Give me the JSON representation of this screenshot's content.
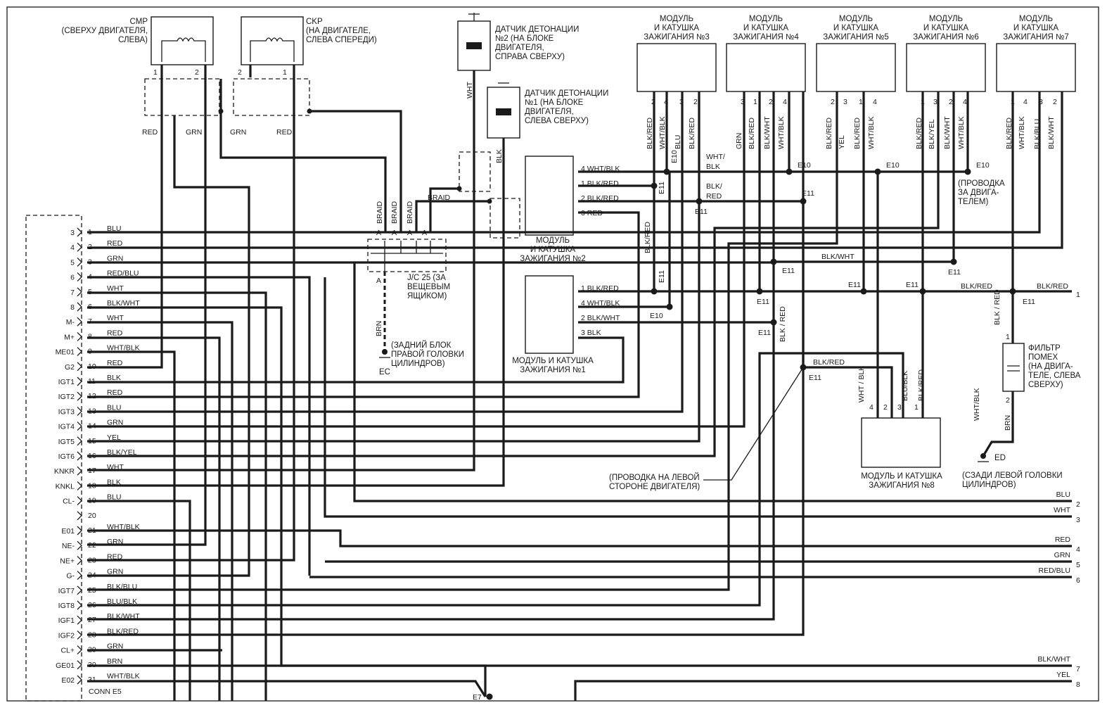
{
  "sensors": {
    "cmp": [
      "CMP",
      "(СВЕРХУ ДВИГАТЕЛЯ,",
      "СЛЕВА)"
    ],
    "ckp": [
      "CKP",
      "(НА ДВИГАТЕЛЕ,",
      "СЛЕВА СПЕРЕДИ)"
    ],
    "knock2": [
      "ДАТЧИК ДЕТОНАЦИИ",
      "№2 (НА БЛОКЕ",
      "ДВИГАТЕЛЯ,",
      "СПРАВА СВЕРХУ)"
    ],
    "knock1": [
      "ДАТЧИК ДЕТОНАЦИИ",
      "№1 (НА БЛОКЕ",
      "ДВИГАТЕЛЯ,",
      "СЛЕВА СВЕРХУ)"
    ],
    "cmp_pins": [
      "1",
      "2"
    ],
    "ckp_pins": [
      "2",
      "1"
    ],
    "cmp_wires": [
      "RED",
      "GRN"
    ],
    "ckp_wires": [
      "GRN",
      "RED"
    ],
    "knock2_wire": "WHT",
    "knock1_wire": "BLK"
  },
  "coils_top": [
    {
      "title": [
        "МОДУЛЬ",
        "И КАТУШКА",
        "ЗАЖИГАНИЯ №3"
      ],
      "pins": [
        "2",
        "4",
        "3",
        "2"
      ],
      "wires": [
        "BLK/RED",
        "WHT/BLK",
        "BLU",
        "BLK/RED"
      ]
    },
    {
      "title": [
        "МОДУЛЬ",
        "И КАТУШКА",
        "ЗАЖИГАНИЯ №4"
      ],
      "pins": [
        "3",
        "1",
        "2",
        "4"
      ],
      "wires": [
        "GRN",
        "BLK/RED",
        "BLK/WHT",
        "WHT/BLK"
      ]
    },
    {
      "title": [
        "МОДУЛЬ",
        "И КАТУШКА",
        "ЗАЖИГАНИЯ №5"
      ],
      "pins": [
        "2",
        "3",
        "1",
        "4"
      ],
      "wires": [
        "BLK/RED",
        "YEL",
        "BLK/RED",
        "WHT/BLK"
      ]
    },
    {
      "title": [
        "МОДУЛЬ",
        "И КАТУШКА",
        "ЗАЖИГАНИЯ №6"
      ],
      "pins": [
        "1",
        "3",
        "2",
        "4"
      ],
      "wires": [
        "BLK/RED",
        "BLK/YEL",
        "BLK/WHT",
        "WHT/BLK"
      ]
    },
    {
      "title": [
        "МОДУЛЬ",
        "И КАТУШКА",
        "ЗАЖИГАНИЯ №7"
      ],
      "pins": [
        "1",
        "4",
        "3",
        "2"
      ],
      "wires": [
        "BLK/RED",
        "WHT/BLK",
        "BLK/BLU",
        "BLK/WHT"
      ]
    }
  ],
  "coil2": {
    "title": [
      "МОДУЛЬ",
      "И КАТУШКА",
      "ЗАЖИГАНИЯ №2"
    ],
    "pins": [
      "4 WHT/BLK",
      "1 BLK/RED",
      "2 BLK/RED",
      "3 RED"
    ]
  },
  "coil1": {
    "title": [
      "МОДУЛЬ И КАТУШКА",
      "ЗАЖИГАНИЯ №1"
    ],
    "pins": [
      "1 BLK/RED",
      "4 WHT/BLK",
      "2 BLK/WHT",
      "3 BLK"
    ]
  },
  "coil8": {
    "title": [
      "МОДУЛЬ И КАТУШКА",
      "ЗАЖИГАНИЯ №8"
    ],
    "pins": [
      "4",
      "2",
      "3",
      "1"
    ],
    "wires": [
      "WHT / BLK",
      "BLU/BLK",
      "BLK/RED"
    ]
  },
  "filter": {
    "title": [
      "ФИЛЬТР",
      "ПОМЕХ",
      "(НА ДВИГА-",
      "ТЕЛЕ, СЛЕВА",
      "СВЕРХУ)"
    ],
    "pins": [
      "1",
      "2"
    ],
    "wires": [
      "BLK / RED",
      "BRN"
    ],
    "ground_label": "ED",
    "ground_note": [
      "(СЗАДИ ЛЕВОЙ ГОЛОВКИ",
      "ЦИЛИНДРОВ)"
    ],
    "side_wire": "WHT/BLK"
  },
  "jc25": {
    "label": [
      "J/C 25 (ЗА",
      "ВЕЩЕВЫМ",
      "ЯЩИКОМ)"
    ],
    "braid": "BRAID",
    "pin_letter": "A",
    "ground_wire": "BRN",
    "ground_label": "EC",
    "ground_note": [
      "(ЗАДНИЙ БЛОК",
      "ПРАВОЙ ГОЛОВКИ",
      "ЦИЛИНДРОВ)"
    ]
  },
  "splices": {
    "e10": "E10",
    "e11": "E11",
    "e7": "E7",
    "wht_blk": [
      "WHT/",
      "BLK"
    ],
    "blk_red": [
      "BLK/",
      "RED"
    ],
    "blk_red_full": "BLK/RED",
    "blk_wht_full": "BLK/WHT",
    "blk_red_vert": "BLK/RED",
    "blk_red_vert2": "BLK / RED",
    "harness_note": [
      "(ПРОВОДКА",
      "ЗА ДВИГА-",
      "ТЕЛЕМ)"
    ],
    "left_harness_note": [
      "(ПРОВОДКА НА ЛЕВОЙ",
      "СТОРОНЕ ДВИГАТЕЛЯ)"
    ]
  },
  "ecm": {
    "connector": "CONN E5",
    "pins": [
      {
        "side": "3",
        "num": "1",
        "wire": "BLU"
      },
      {
        "side": "4",
        "num": "2",
        "wire": "RED"
      },
      {
        "side": "5",
        "num": "3",
        "wire": "GRN"
      },
      {
        "side": "6",
        "num": "4",
        "wire": "RED/BLU"
      },
      {
        "side": "7",
        "num": "5",
        "wire": "WHT"
      },
      {
        "side": "8",
        "num": "6",
        "wire": "BLK/WHT"
      },
      {
        "side": "M-",
        "num": "7",
        "wire": "WHT"
      },
      {
        "side": "M+",
        "num": "8",
        "wire": "RED"
      },
      {
        "side": "ME01",
        "num": "9",
        "wire": "WHT/BLK"
      },
      {
        "side": "G2",
        "num": "10",
        "wire": "RED"
      },
      {
        "side": "IGT1",
        "num": "11",
        "wire": "BLK"
      },
      {
        "side": "IGT2",
        "num": "12",
        "wire": "RED"
      },
      {
        "side": "IGT3",
        "num": "13",
        "wire": "BLU"
      },
      {
        "side": "IGT4",
        "num": "14",
        "wire": "GRN"
      },
      {
        "side": "IGT5",
        "num": "15",
        "wire": "YEL"
      },
      {
        "side": "IGT6",
        "num": "16",
        "wire": "BLK/YEL"
      },
      {
        "side": "KNKR",
        "num": "17",
        "wire": "WHT"
      },
      {
        "side": "KNKL",
        "num": "18",
        "wire": "BLK"
      },
      {
        "side": "CL-",
        "num": "19",
        "wire": "BLU"
      },
      {
        "side": "",
        "num": "20",
        "wire": ""
      },
      {
        "side": "E01",
        "num": "21",
        "wire": "WHT/BLK"
      },
      {
        "side": "NE-",
        "num": "22",
        "wire": "GRN"
      },
      {
        "side": "NE+",
        "num": "23",
        "wire": "RED"
      },
      {
        "side": "G-",
        "num": "24",
        "wire": "GRN"
      },
      {
        "side": "IGT7",
        "num": "25",
        "wire": "BLK/BLU"
      },
      {
        "side": "IGT8",
        "num": "26",
        "wire": "BLU/BLK"
      },
      {
        "side": "IGF1",
        "num": "27",
        "wire": "BLK/WHT"
      },
      {
        "side": "IGF2",
        "num": "28",
        "wire": "BLK/RED"
      },
      {
        "side": "CL+",
        "num": "29",
        "wire": "GRN"
      },
      {
        "side": "GE01",
        "num": "30",
        "wire": "BRN"
      },
      {
        "side": "E02",
        "num": "31",
        "wire": "WHT/BLK"
      }
    ]
  },
  "right_outputs": [
    {
      "wire": "BLK/RED",
      "num": "1"
    },
    {
      "wire": "BLU",
      "num": "2"
    },
    {
      "wire": "WHT",
      "num": "3"
    },
    {
      "wire": "RED",
      "num": "4"
    },
    {
      "wire": "GRN",
      "num": "5"
    },
    {
      "wire": "RED/BLU",
      "num": "6"
    },
    {
      "wire": "BLK/WHT",
      "num": "7"
    },
    {
      "wire": "YEL",
      "num": "8"
    }
  ]
}
